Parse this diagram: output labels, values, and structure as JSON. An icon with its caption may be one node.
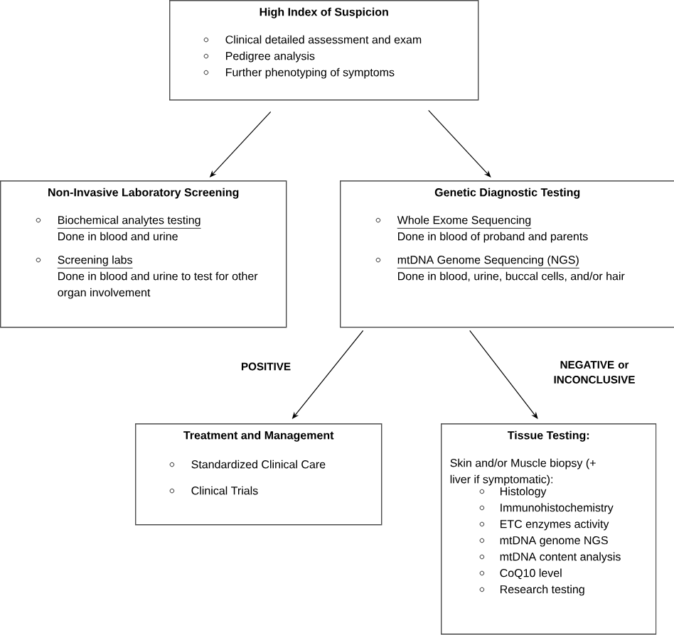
{
  "diagram": {
    "nodes": [
      {
        "text": [
          "High Index of Suspicion",
          "Clinical detailed assessment and exam",
          "Pedigree analysis",
          "Further phenotyping of symptoms"
        ]
      },
      {
        "text": [
          "Non-Invasive Laboratory Screening",
          "Biochemical analytes testing",
          "Done in blood and urine",
          "Screening labs",
          "Done in blood and urine to test for other organ involvement"
        ]
      },
      {
        "text": [
          "Genetic Diagnostic Testing",
          "Whole Exome Sequencing",
          "Done in blood of proband and parents",
          "mtDNA Genome Sequencing (NGS)",
          "Done in blood, urine, buccal cells, and/or hair"
        ]
      },
      {
        "text": [
          "Treatment and Management",
          "Standardized Clinical Care",
          "Clinical Trials"
        ]
      },
      {
        "text": [
          "Tissue Testing:",
          "Skin and/or Muscle biopsy (+ liver if symptomatic):",
          "Histology",
          "Immunohistochemistry",
          "ETC enzymes activity",
          "mtDNA genome NGS",
          "mtDNA content analysis",
          "CoQ10 level",
          "Research testing"
        ]
      }
    ],
    "edges": [
      {
        "from": 0,
        "to": 1,
        "arrow": "to"
      },
      {
        "from": 0,
        "to": 2,
        "arrow": "to"
      },
      {
        "from": 2,
        "to": 3,
        "arrow": "to",
        "label": "POSITIVE"
      },
      {
        "from": 2,
        "to": 4,
        "arrow": "to",
        "label": "NEGATIVE or INCONCLUSIVE"
      }
    ]
  }
}
